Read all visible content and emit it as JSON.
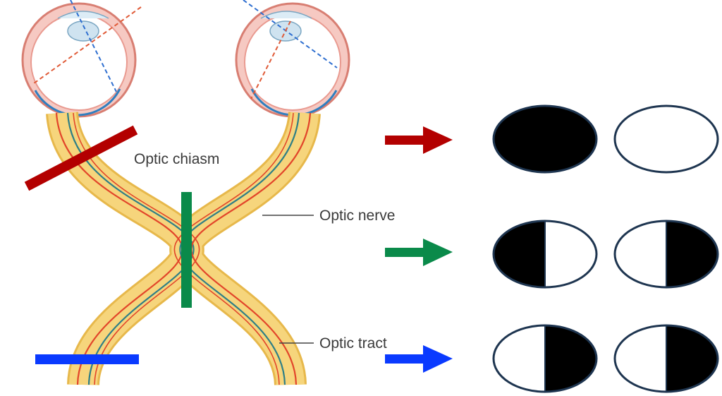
{
  "labels": {
    "optic_chiasm": "Optic chiasm",
    "optic_nerve": "Optic nerve",
    "optic_tract": "Optic tract"
  },
  "lesions": [
    {
      "site": "optic nerve (left)",
      "color": "#b30000",
      "left_field": "fully blind",
      "right_field": "full vision"
    },
    {
      "site": "optic chiasm",
      "color": "#0a8a4a",
      "left_field": "temporal half blind",
      "right_field": "temporal half blind"
    },
    {
      "site": "optic tract (left)",
      "color": "#0a3aff",
      "left_field": "right half blind",
      "right_field": "right half blind"
    }
  ],
  "colors": {
    "nerve_fill": "#f6d57c",
    "nerve_border": "#e7b84b",
    "red_fibers": "#e2452a",
    "teal_fibers": "#2f7f86",
    "eye_wall": "#e79a91",
    "blind_field": "#000000",
    "field_outline": "#1e3550"
  }
}
